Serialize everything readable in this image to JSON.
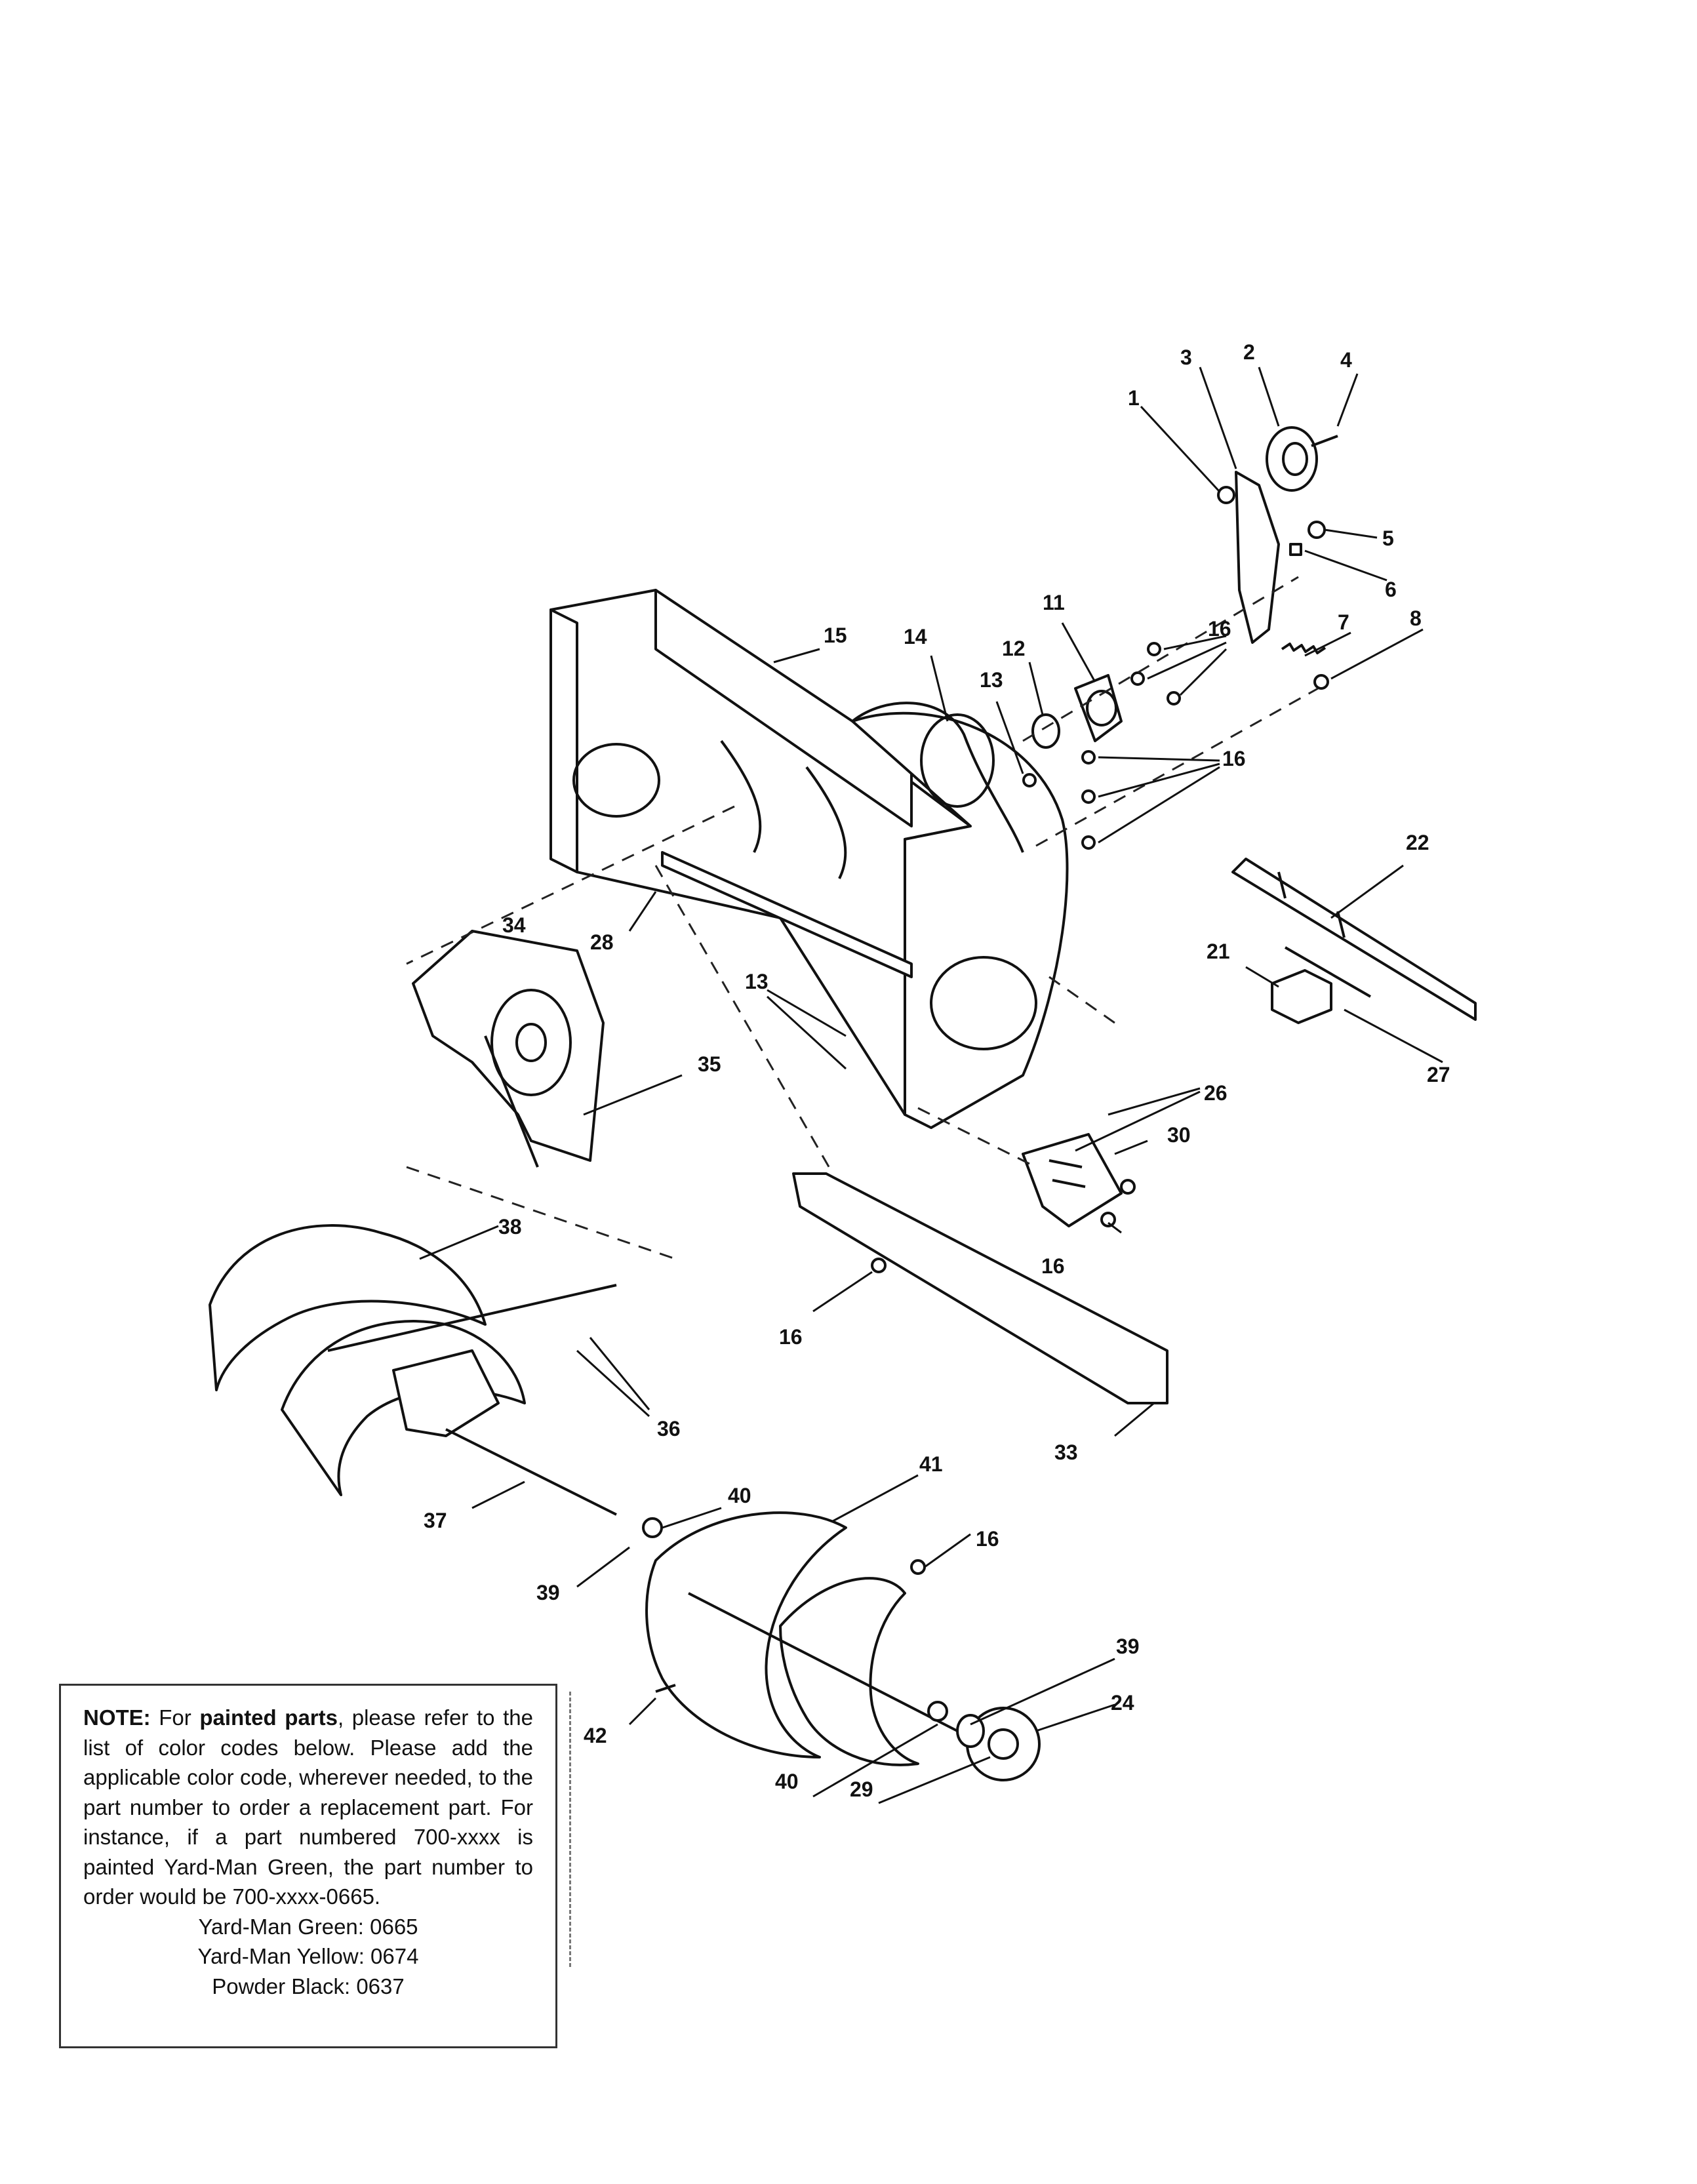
{
  "callouts": {
    "c1": "1",
    "c2": "2",
    "c3": "3",
    "c4": "4",
    "c5": "5",
    "c6": "6",
    "c7": "7",
    "c8": "8",
    "c11": "11",
    "c12": "12",
    "c13a": "13",
    "c13b": "13",
    "c14": "14",
    "c15": "15",
    "c16a": "16",
    "c16b": "16",
    "c16c": "16",
    "c16d": "16",
    "c16e": "16",
    "c21": "21",
    "c22": "22",
    "c24": "24",
    "c26": "26",
    "c27": "27",
    "c28": "28",
    "c29": "29",
    "c30": "30",
    "c33": "33",
    "c34": "34",
    "c35": "35",
    "c36": "36",
    "c37": "37",
    "c38": "38",
    "c39a": "39",
    "c39b": "39",
    "c40a": "40",
    "c40b": "40",
    "c41": "41",
    "c42": "42"
  },
  "note": {
    "label": "NOTE:",
    "text_1": " For ",
    "emphasis": "painted parts",
    "text_2": ", please refer to the list of color codes below. Please add the applicable color code, wherever needed, to the part number to order a replacement part. For instance, if a part numbered 700-xxxx is painted Yard-Man Green, the part number to order would be 700-xxxx-0665.",
    "codes": [
      "Yard-Man Green: 0665",
      "Yard-Man Yellow: 0674",
      "Powder Black: 0637"
    ]
  }
}
